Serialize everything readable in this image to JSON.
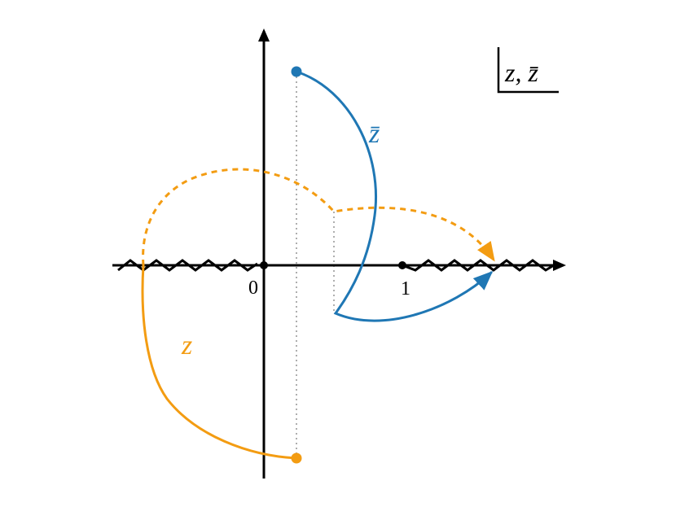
{
  "diagram": {
    "origin_label": "0",
    "one_label": "1",
    "z_label": "z",
    "zbar_label": "z̄",
    "legend_text": "z, z̄"
  },
  "colors": {
    "z_path": "#f39c12",
    "zbar_path": "#1f77b4",
    "axes": "#000000",
    "guide": "#9a9a9a"
  }
}
